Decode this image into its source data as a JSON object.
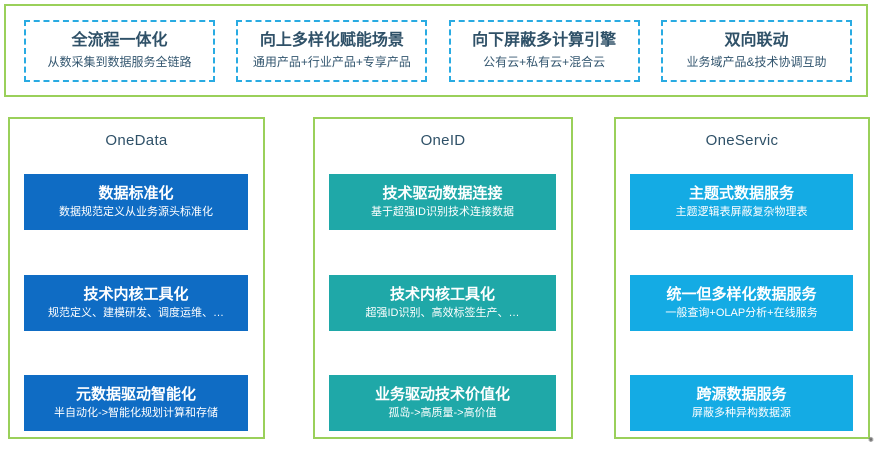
{
  "banner": {
    "items": [
      {
        "title": "全流程一体化",
        "subtitle": "从数采集到数据服务全链路"
      },
      {
        "title": "向上多样化赋能场景",
        "subtitle": "通用产品+行业产品+专享产品"
      },
      {
        "title": "向下屏蔽多计算引擎",
        "subtitle": "公有云+私有云+混合云"
      },
      {
        "title": "双向联动",
        "subtitle": "业务域产品&技术协调互助"
      }
    ]
  },
  "columns": [
    {
      "header": "OneData",
      "accent_color": "#0F6CC4",
      "boxes": [
        {
          "title": "数据标准化",
          "subtitle": "数据规范定义从业务源头标准化"
        },
        {
          "title": "技术内核工具化",
          "subtitle": "规范定义、建模研发、调度运维、…"
        },
        {
          "title": "元数据驱动智能化",
          "subtitle": "半自动化->智能化规划计算和存储"
        }
      ]
    },
    {
      "header": "OneID",
      "accent_color": "#1FA8A8",
      "boxes": [
        {
          "title": "技术驱动数据连接",
          "subtitle": "基于超强ID识别技术连接数据"
        },
        {
          "title": "技术内核工具化",
          "subtitle": "超强ID识别、高效标签生产、…"
        },
        {
          "title": "业务驱动技术价值化",
          "subtitle": "孤岛->高质量->高价值"
        }
      ]
    },
    {
      "header": "OneServic",
      "accent_color": "#14ABE4",
      "boxes": [
        {
          "title": "主题式数据服务",
          "subtitle": "主题逻辑表屏蔽复杂物理表"
        },
        {
          "title": "统一但多样化数据服务",
          "subtitle": "一般查询+OLAP分析+在线服务"
        },
        {
          "title": "跨源数据服务",
          "subtitle": "屏蔽多种异构数据源"
        }
      ]
    }
  ],
  "colors": {
    "frame_green": "#9AD05A",
    "dashed_cyan": "#29ABE2",
    "heading_navy": "#2F5168",
    "box_text": "#FFFFFF"
  }
}
